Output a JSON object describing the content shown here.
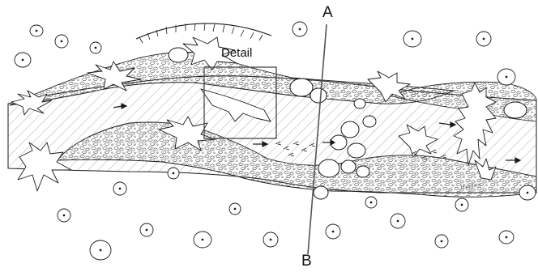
{
  "labels": {
    "section_start": "A",
    "section_end": "B",
    "detail": "Detail"
  },
  "signature_text": "Heiden",
  "colors": {
    "ink": "#1a1a1a",
    "hatch": "#9a9a9a",
    "section_line": "#555555",
    "background": "#ffffff"
  },
  "icons": {
    "flow_arrow": "flow-arrow-icon",
    "particle": "drifting-particle-icon",
    "cell": "cell-icon"
  }
}
